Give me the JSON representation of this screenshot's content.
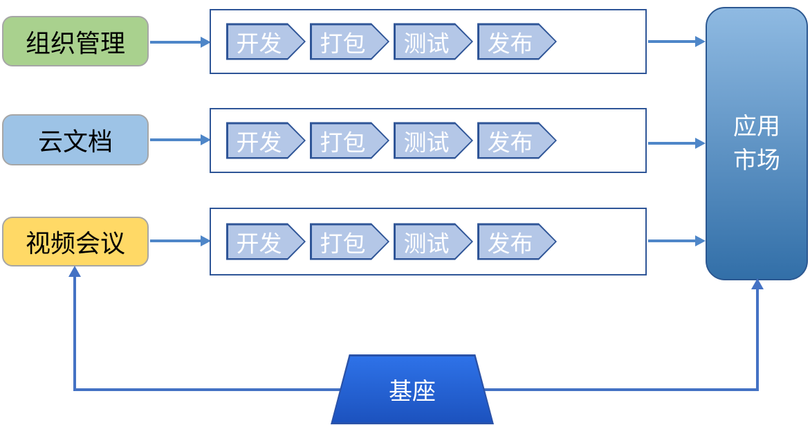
{
  "diagram": {
    "sources": [
      {
        "label": "组织管理"
      },
      {
        "label": "云文档"
      },
      {
        "label": "视频会议"
      }
    ],
    "pipelines": [
      {
        "stages": [
          "开发",
          "打包",
          "测试",
          "发布"
        ]
      },
      {
        "stages": [
          "开发",
          "打包",
          "测试",
          "发布"
        ]
      },
      {
        "stages": [
          "开发",
          "打包",
          "测试",
          "发布"
        ]
      }
    ],
    "target": {
      "label": "应用\n市场"
    },
    "base": {
      "label": "基座"
    }
  },
  "colors": {
    "source_org_fill": "#A9D18E",
    "source_docs_fill": "#9DC3E6",
    "source_meeting_fill": "#FFD966",
    "source_border": "#A6A6A6",
    "source_text": "#000000",
    "container_border": "#2E5597",
    "stage_fill": "#B4C7E7",
    "stage_border": "#2F5597",
    "stage_text": "#FFFFFF",
    "target_top": "#8FBAE2",
    "target_bottom": "#326FA8",
    "target_border": "#2C5891",
    "target_text": "#FFFFFF",
    "base_top": "#2E72E8",
    "base_bottom": "#1C52BE",
    "base_border": "#2A52A8",
    "base_text": "#FFFFFF",
    "arrow": "#4E86C8",
    "connector": "#4472C4"
  }
}
